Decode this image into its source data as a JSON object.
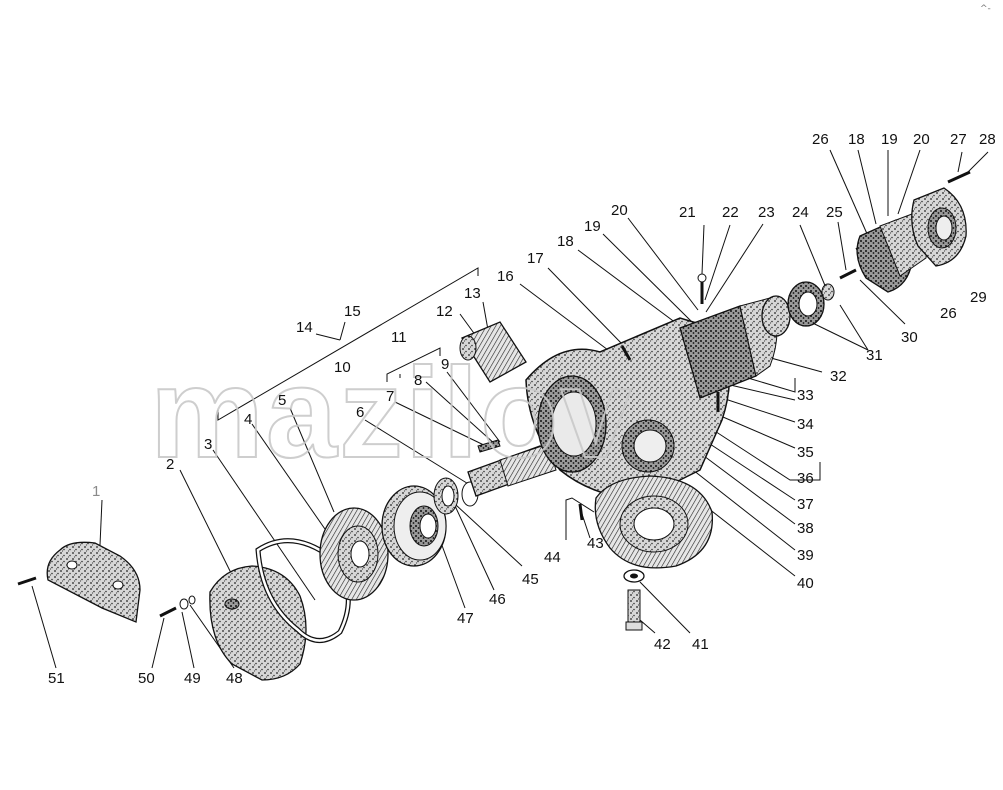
{
  "watermark": "mazilov",
  "corner_mark": "^-",
  "callouts": {
    "n1": "1",
    "n2": "2",
    "n3": "3",
    "n4": "4",
    "n5": "5",
    "n6": "6",
    "n7": "7",
    "n8": "8",
    "n9": "9",
    "n10": "10",
    "n11": "11",
    "n12": "12",
    "n13": "13",
    "n14": "14",
    "n15": "15",
    "n16": "16",
    "n17": "17",
    "n18a": "18",
    "n18b": "18",
    "n19a": "19",
    "n19b": "19",
    "n20a": "20",
    "n20b": "20",
    "n21": "21",
    "n22": "22",
    "n23": "23",
    "n24": "24",
    "n25": "25",
    "n26a": "26",
    "n26b": "26",
    "n27": "27",
    "n28": "28",
    "n29": "29",
    "n30": "30",
    "n31": "31",
    "n32": "32",
    "n33": "33",
    "n34": "34",
    "n35": "35",
    "n36": "36",
    "n37": "37",
    "n38": "38",
    "n39": "39",
    "n40": "40",
    "n41": "41",
    "n42": "42",
    "n43": "43",
    "n44": "44",
    "n45": "45",
    "n46": "46",
    "n47": "47",
    "n48": "48",
    "n49": "49",
    "n50": "50",
    "n51": "51"
  }
}
